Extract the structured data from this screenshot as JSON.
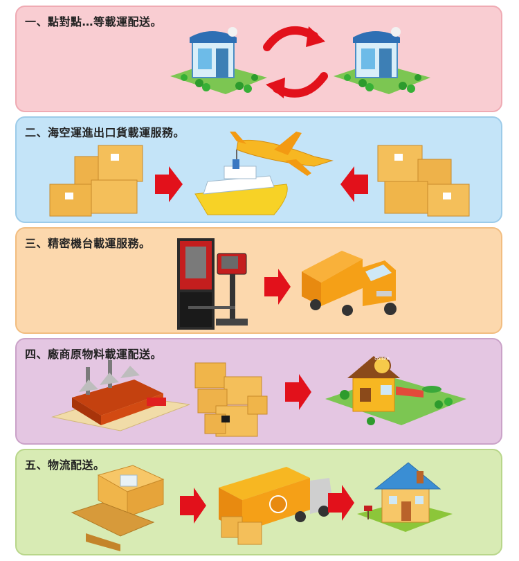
{
  "sections": [
    {
      "title": "一、點對點…等載運配送。",
      "bg": "#f9cdd2",
      "border": "#efaab3"
    },
    {
      "title": "二、海空運進出口貨載運服務。",
      "bg": "#c4e4f8",
      "border": "#9ccbe9"
    },
    {
      "title": "三、精密機台載運服務。",
      "bg": "#fcd8ad",
      "border": "#f2bd80"
    },
    {
      "title": "四、廠商原物料載運配送。",
      "bg": "#e4c6e2",
      "border": "#caa2c8"
    },
    {
      "title": "五、物流配送。",
      "bg": "#d8ebb4",
      "border": "#b8d68a"
    }
  ],
  "signs": {
    "coffee": "coffee"
  },
  "colors": {
    "arrow": "#e2111b",
    "box": "#f0b54a",
    "truck": "#f5a017"
  }
}
